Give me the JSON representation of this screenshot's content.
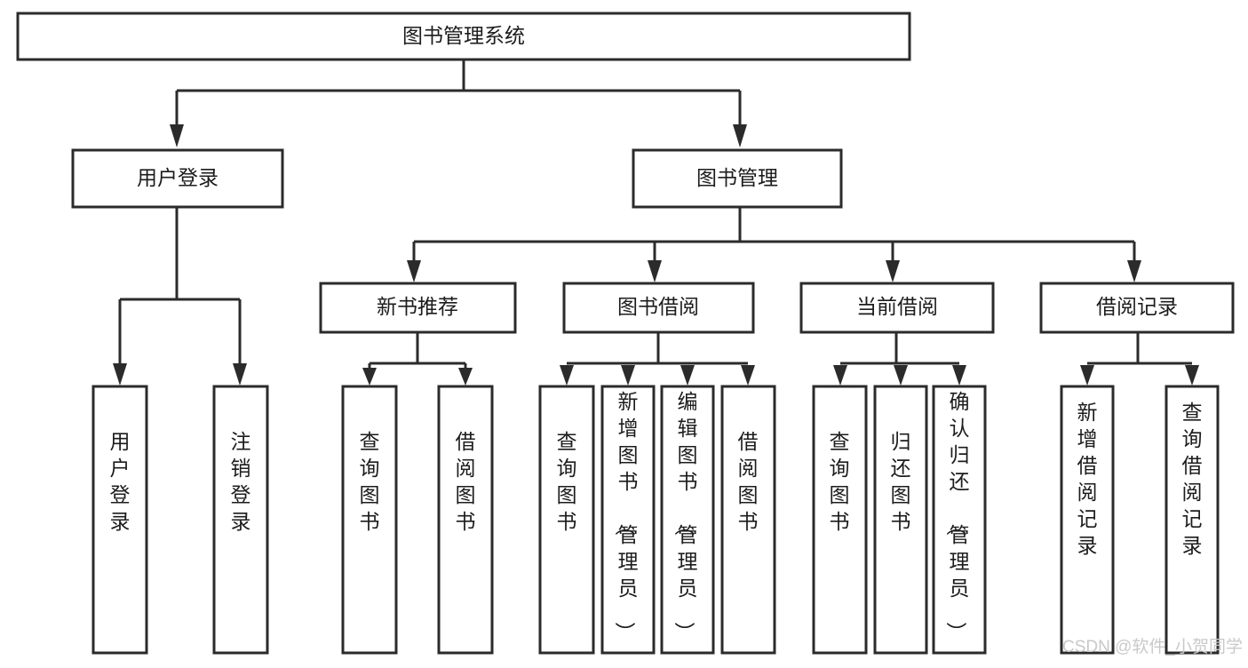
{
  "diagram": {
    "title": "图书管理系统",
    "type": "tree-hierarchy-chart",
    "orientation": "top-down",
    "colors": {
      "stroke": "#2b2b2b",
      "fill": "#ffffff",
      "text": "#1c1c1c",
      "watermark": "#c9c9c9"
    },
    "root": {
      "label": "图书管理系统"
    },
    "level2": [
      {
        "id": "user-login",
        "label": "用户登录"
      },
      {
        "id": "book-management",
        "label": "图书管理"
      }
    ],
    "level3": [
      {
        "id": "new-book-recommend",
        "label": "新书推荐",
        "parent": "book-management"
      },
      {
        "id": "book-borrow",
        "label": "图书借阅",
        "parent": "book-management"
      },
      {
        "id": "current-borrow",
        "label": "当前借阅",
        "parent": "book-management"
      },
      {
        "id": "borrow-record",
        "label": "借阅记录",
        "parent": "book-management"
      }
    ],
    "leaves": {
      "user-login": [
        {
          "id": "leaf-user-login",
          "label": "用户登录"
        },
        {
          "id": "leaf-logout-login",
          "label": "注销登录"
        }
      ],
      "new-book-recommend": [
        {
          "id": "leaf-query-book-1",
          "label": "查询图书"
        },
        {
          "id": "leaf-borrow-book-1",
          "label": "借阅图书"
        }
      ],
      "book-borrow": [
        {
          "id": "leaf-query-book-2",
          "label": "查询图书"
        },
        {
          "id": "leaf-add-book",
          "label": "新增图书（管理员）"
        },
        {
          "id": "leaf-edit-book",
          "label": "编辑图书（管理员）"
        },
        {
          "id": "leaf-borrow-book-2",
          "label": "借阅图书"
        }
      ],
      "current-borrow": [
        {
          "id": "leaf-query-book-3",
          "label": "查询图书"
        },
        {
          "id": "leaf-return-book",
          "label": "归还图书"
        },
        {
          "id": "leaf-confirm-return",
          "label": "确认归还（管理员）"
        }
      ],
      "borrow-record": [
        {
          "id": "leaf-add-borrow-record",
          "label": "新增借阅记录"
        },
        {
          "id": "leaf-query-borrow-record",
          "label": "查询借阅记录"
        }
      ]
    }
  },
  "watermark": {
    "text": "CSDN @软件_小贺同学"
  }
}
